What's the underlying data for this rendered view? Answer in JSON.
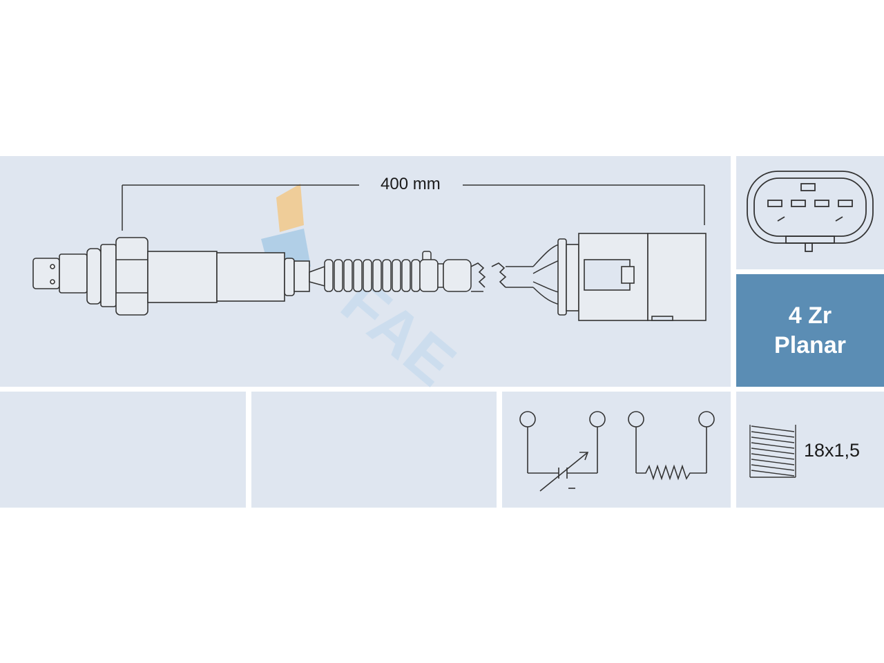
{
  "dimension": {
    "length_label": "400 mm"
  },
  "sensor_type": {
    "line1": "4 Zr",
    "line2": "Planar"
  },
  "thread": {
    "label": "18x1,5"
  },
  "connector": {
    "pin_count": 4
  },
  "circuit": {
    "symbols": [
      "variable-resistor-icon",
      "heater-resistor-icon"
    ]
  },
  "colors": {
    "panel_background": "#dfe6f0",
    "type_panel_background": "#5b8db4",
    "line": "#333333",
    "watermark_blue": "#9fc3e0",
    "watermark_orange": "#f2c98a"
  }
}
